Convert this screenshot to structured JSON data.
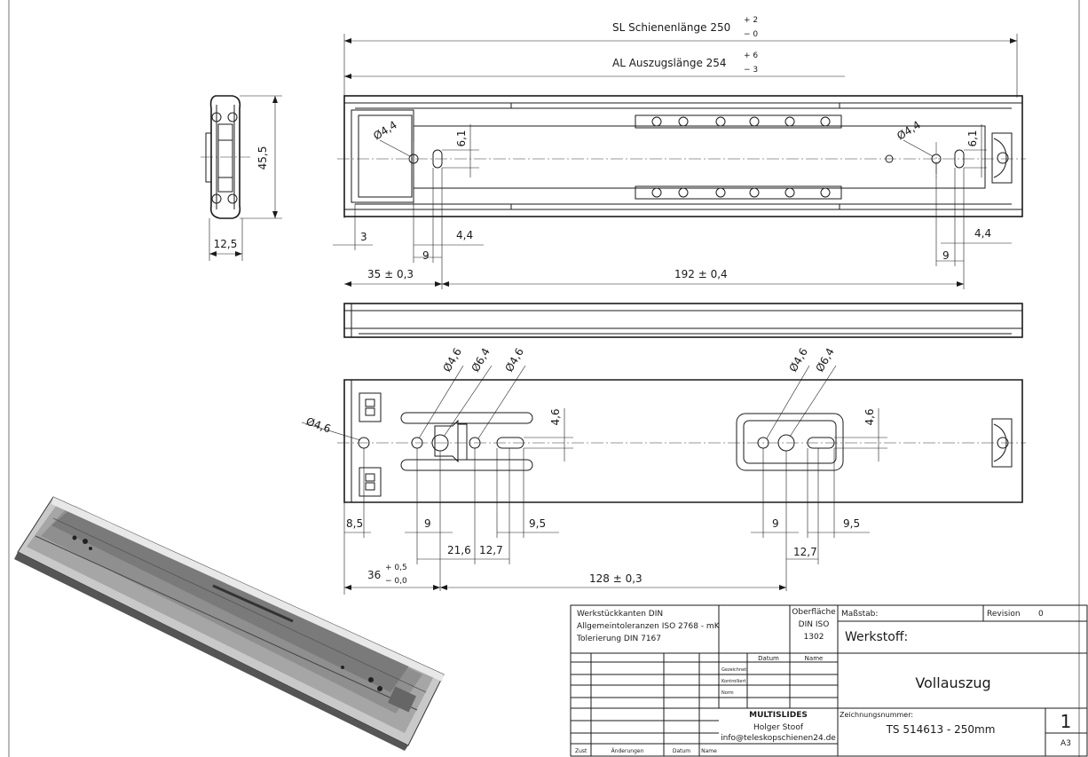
{
  "dimensions": {
    "rail_length_label": "SL Schienenlänge 250",
    "rail_length_tol_plus": "+ 2",
    "rail_length_tol_minus": "− 0",
    "extension_length_label": "AL Auszugslänge 254",
    "extension_length_tol_plus": "+ 6",
    "extension_length_tol_minus": "− 3",
    "height": "45,5",
    "width": "12,5",
    "top": {
      "hole_dia_left": "Ø4,4",
      "hole_dia_right": "Ø4,4",
      "slot_height_left": "6,1",
      "slot_height_right": "6,1",
      "offset_3": "3",
      "slot_width_left": "4,4",
      "slot_width_right": "4,4",
      "spacing_9_left": "9",
      "spacing_9_right": "9",
      "first_hole": "35 ± 0,3",
      "hole_pitch": "192 ± 0,4"
    },
    "bottom": {
      "hole_dia_end": "Ø4,6",
      "hole_dia_a": "Ø4,6",
      "hole_dia_b": "Ø6,4",
      "hole_dia_c": "Ø4,6",
      "hole_dia_d": "Ø4,6",
      "hole_dia_e": "Ø6,4",
      "slot_height_left": "4,6",
      "slot_height_right": "4,6",
      "end_offset": "8,5",
      "spacing_9_left": "9",
      "spacing_9_right": "9",
      "slot_len_left": "9,5",
      "slot_len_right": "9,5",
      "spacing_216": "21,6",
      "spacing_127_left": "12,7",
      "spacing_127_right": "12,7",
      "first_hole_value": "36",
      "first_hole_tol_plus": "+ 0,5",
      "first_hole_tol_minus": "− 0,0",
      "hole_pitch": "128 ± 0,3"
    }
  },
  "title_block": {
    "notes": [
      "Werkstückkanten DIN",
      "Allgemeintoleranzen ISO 2768 - mK",
      "Tolerierung DIN 7167"
    ],
    "surface_label": "Oberfläche",
    "surface_std1": "DIN ISO",
    "surface_std2": "1302",
    "scale_label": "Maßstab:",
    "revision_label": "Revision",
    "revision_value": "0",
    "material_label": "Werkstoff:",
    "date_header": "Datum",
    "name_header": "Name",
    "row_drawn": "Gezeichnet",
    "row_checked": "Kontrolliert",
    "row_norm": "Norm",
    "title": "Vollauszug",
    "company": "MULTISLIDES",
    "person": "Holger Stoof",
    "email": "info@teleskopschienen24.de",
    "drawing_number_label": "Zeichnungsnummer:",
    "drawing_number": "TS 514613 - 250mm",
    "sheet": "1",
    "format": "A3",
    "col_zust": "Zust",
    "col_changes": "Änderungen",
    "col_date": "Datum",
    "col_name": "Name"
  }
}
